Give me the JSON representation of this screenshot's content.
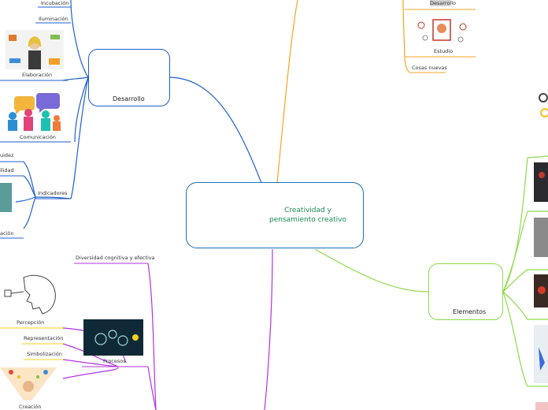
{
  "central": {
    "title": "Creatividad y pensamiento creativo"
  },
  "left_top": {
    "incubacion": "Incubación",
    "iluminacion": "Iluminación",
    "elaboracion": "Elaboración",
    "desarrollo": "Desarrollo",
    "comunicacion": "Comunicación",
    "fluidez": "uidez",
    "flexibilidad": "ilidad",
    "indicadores": "Indicadores",
    "originalidad": "ación"
  },
  "left_bottom": {
    "diversidad": "Diversidad cognitiva y efectiva",
    "percepcion": "Percepción",
    "representacion": "Representación",
    "simbolizacion": "Simbolización",
    "procesos": "Procesos",
    "creacion": "Creación"
  },
  "right_top": {
    "desarrollo": "Desarrollo",
    "estudio": "Estudio",
    "cosas_nuevas": "Cosas nuevas"
  },
  "right": {
    "elementos": "Elementos"
  },
  "colors": {
    "blue": "#1f5fcf",
    "orange": "#f5a623",
    "green": "#8fd94a",
    "purple": "#b233e0",
    "yellow": "#f2d21b",
    "text_green": "#1a8a57"
  }
}
